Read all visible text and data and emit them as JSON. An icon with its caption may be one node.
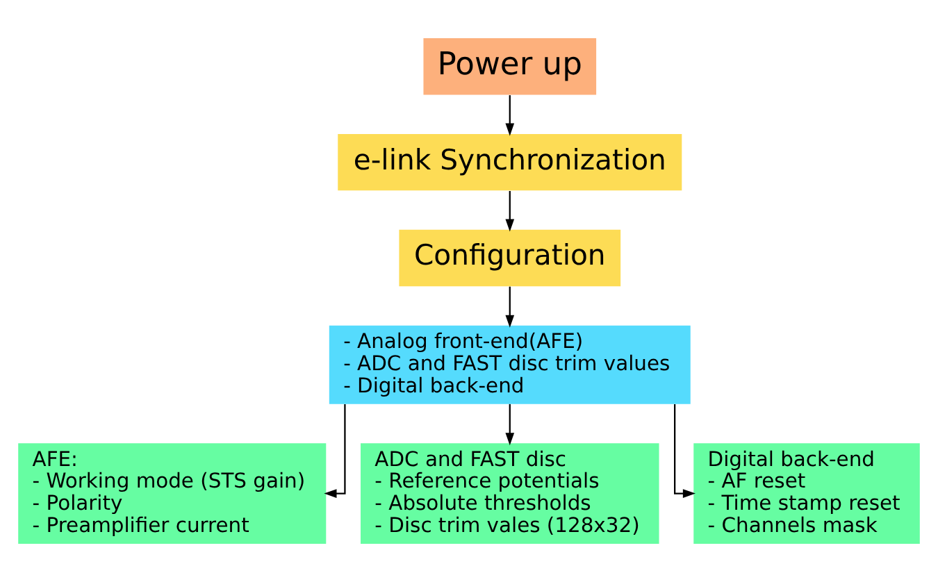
{
  "diagram": {
    "nodes": [
      {
        "text": [
          "Power up"
        ]
      },
      {
        "text": [
          "e-link Synchronization"
        ]
      },
      {
        "text": [
          "Configuration"
        ]
      },
      {
        "text": [
          "- Analog front-end(AFE)",
          "- ADC and FAST disc trim values",
          "- Digital back-end"
        ]
      },
      {
        "text": [
          "AFE:",
          "- Working mode (STS gain)",
          "- Polarity",
          "- Preamplifier current"
        ]
      },
      {
        "text": [
          "ADC and FAST disc",
          "- Reference potentials",
          "- Absolute thresholds",
          "- Disc trim vales (128x32)"
        ]
      },
      {
        "text": [
          "Digital back-end",
          "- AF reset",
          "- Time stamp reset",
          "- Channels mask"
        ]
      }
    ],
    "edges": [
      {
        "from": 0,
        "to": 1,
        "arrow": "to"
      },
      {
        "from": 1,
        "to": 2,
        "arrow": "to"
      },
      {
        "from": 2,
        "to": 3,
        "arrow": "to"
      },
      {
        "from": 3,
        "to": 4,
        "arrow": "to"
      },
      {
        "from": 3,
        "to": 5,
        "arrow": "to"
      },
      {
        "from": 3,
        "to": 6,
        "arrow": "to"
      }
    ]
  }
}
